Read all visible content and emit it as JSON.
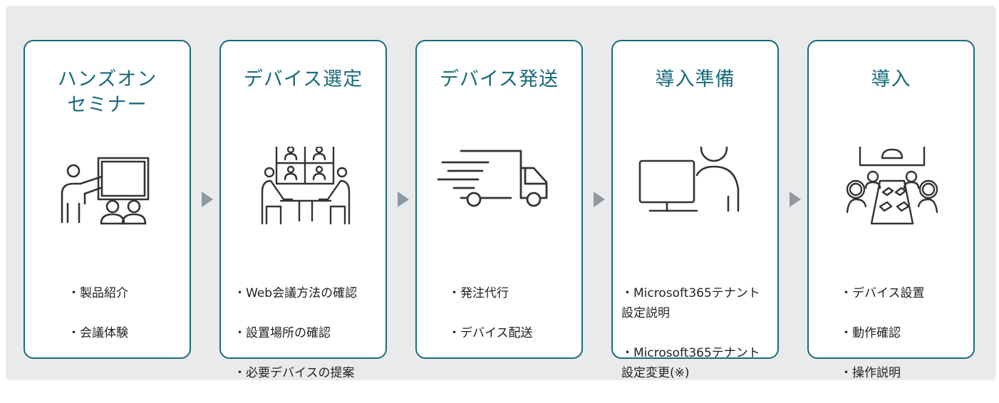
{
  "steps": [
    {
      "title": "ハンズオン\nセミナー",
      "icon": "presenter-with-audience-icon",
      "items": [
        "・製品紹介",
        "・会議体験"
      ]
    },
    {
      "title": "デバイス選定",
      "icon": "video-conference-selection-icon",
      "items": [
        "・Web会議方法の確認",
        "・設置場所の確認",
        "・必要デバイスの提案"
      ]
    },
    {
      "title": "デバイス発送",
      "icon": "delivery-truck-icon",
      "items": [
        "・発注代行",
        "・デバイス配送"
      ]
    },
    {
      "title": "導入準備",
      "icon": "person-at-computer-icon",
      "items": [
        "・Microsoft365テナント\n  設定説明",
        "・Microsoft365テナント\n  設定変更(※)"
      ]
    },
    {
      "title": "導入",
      "icon": "meeting-room-icon",
      "items": [
        "・デバイス設置",
        "・動作確認",
        "・操作説明"
      ]
    }
  ],
  "colors": {
    "accent": "#1a6a7a",
    "arrow": "#8d9aa2",
    "panel": "#e9eaeb",
    "icon_stroke": "#333333"
  }
}
